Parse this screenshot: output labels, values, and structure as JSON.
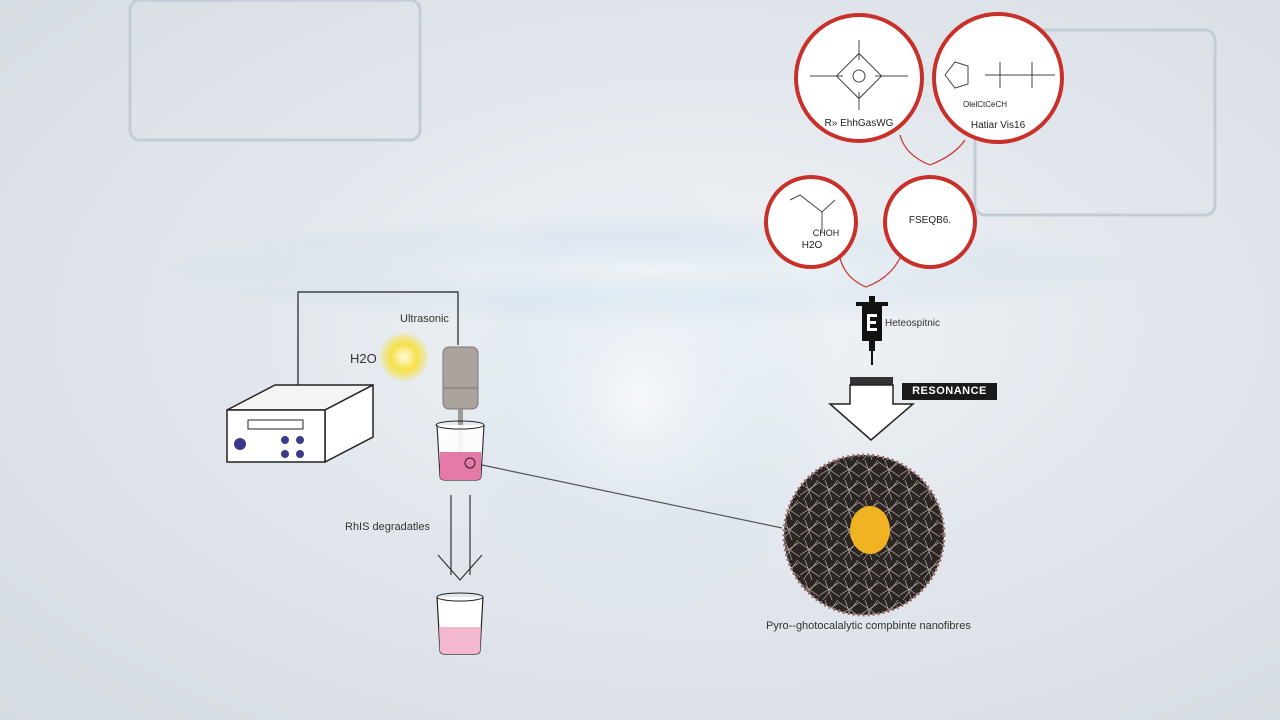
{
  "labels": {
    "ultrasonic": "Ultrasonic",
    "h2o_left": "H2O",
    "rhs_degradation": "RhIS degradatles",
    "syringe_label": "Heteospitnic",
    "resonance": "RESONANCE",
    "nanofibres": "Pyro--ghotocalalytic compbinte nanofibres"
  },
  "circles": [
    {
      "caption": "R» EhhGasWG"
    },
    {
      "caption": "Hatiar Vis16",
      "formula": "OlelCtCeCH"
    },
    {
      "caption": "H2O",
      "formula": "CHOH"
    },
    {
      "caption": "FSEQB6."
    }
  ],
  "colors": {
    "circle_border": "#c8302a",
    "liquid": "#e57aa8",
    "sun": "#f5e14a",
    "core": "#f0b323"
  }
}
